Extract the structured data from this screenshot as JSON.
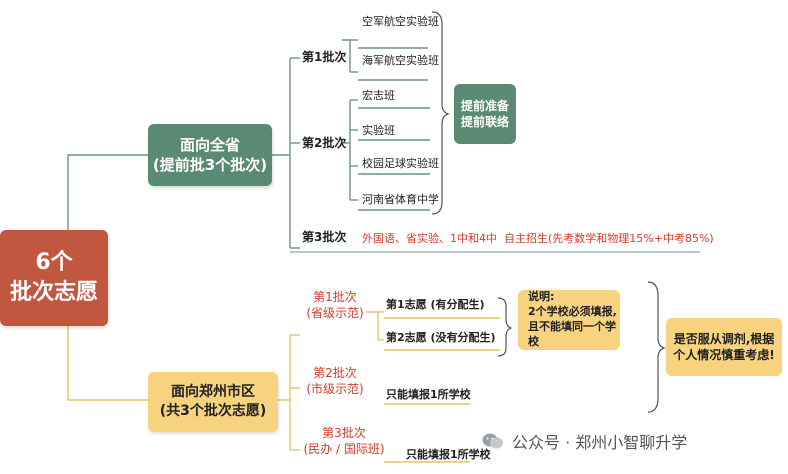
{
  "root": {
    "line1": "6个",
    "line2": "批次志愿"
  },
  "province": {
    "line1": "面向全省",
    "line2": "(提前批3个批次)",
    "batch1": {
      "label": "第1批次",
      "classes": [
        "空军航空实验班",
        "海军航空实验班"
      ]
    },
    "batch2": {
      "label": "第2批次",
      "classes": [
        "宏志班",
        "实验班",
        "校园足球实验班",
        "河南省体育中学"
      ]
    },
    "batch3": {
      "label": "第3批次",
      "items": "外国语、省实验、1中和4中",
      "self_recruit": "自主招生(先考数学和物理15%+中考85%)"
    },
    "prep_note": {
      "line1": "提前准备",
      "line2": "提前联络"
    }
  },
  "city": {
    "line1": "面向郑州市区",
    "line2": "(共3个批次志愿)",
    "batch1": {
      "line1": "第1批次",
      "line2": "(省级示范)",
      "vol1": "第1志愿 (有分配生)",
      "vol2": "第2志愿 (没有分配生)"
    },
    "batch2": {
      "line1": "第2批次",
      "line2": "(市级示范)",
      "desc": "只能填报1所学校"
    },
    "batch3": {
      "line1": "第3批次",
      "line2": "(民办 / 国际班)",
      "desc": "只能填报1所学校"
    },
    "note": {
      "title": "说明:",
      "line1": "2个学校必须填报,",
      "line2": "且不能填同一个学校"
    },
    "advice": {
      "line1": "是否服从调剂,根据",
      "line2": "个人情况慎重考虑!"
    }
  },
  "watermark": "公众号 · 郑州小智聊升学",
  "colors": {
    "root": "#c2573f",
    "green": "#5b8a74",
    "yellow": "#f7d27f",
    "red": "#d23c2a"
  },
  "icons": [
    "wechat-icon"
  ]
}
